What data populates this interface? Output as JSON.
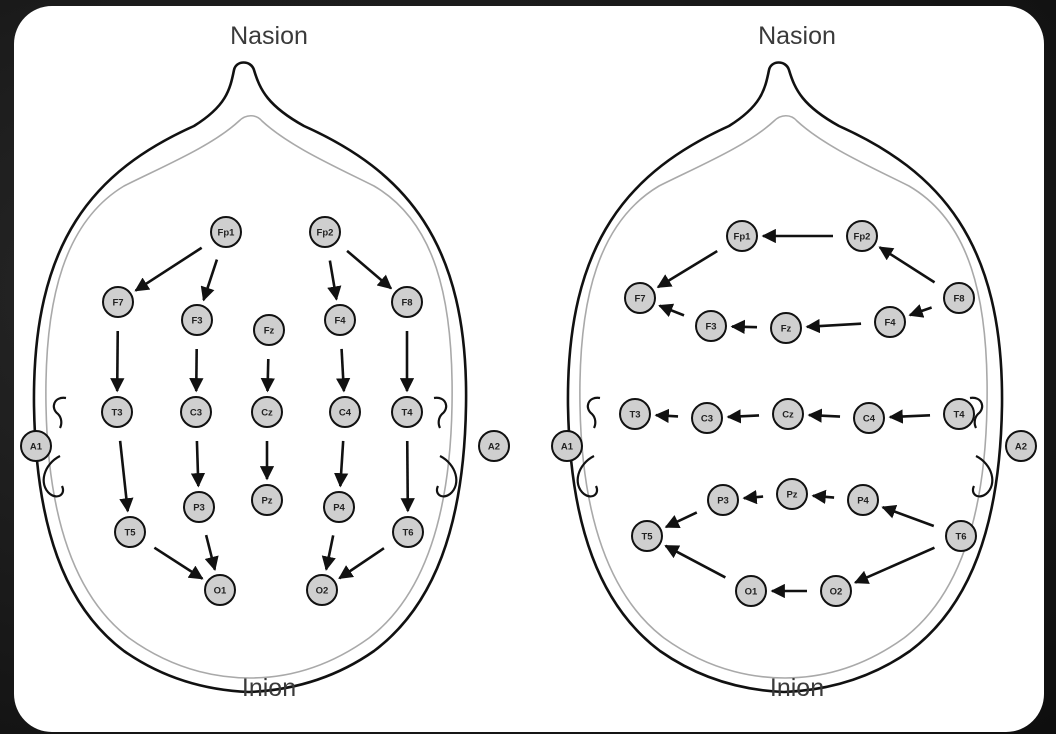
{
  "left_montage": {
    "top_label": "Nasion",
    "bottom_label": "Inion",
    "electrodes": [
      {
        "id": "Fp1"
      },
      {
        "id": "Fp2"
      },
      {
        "id": "F7"
      },
      {
        "id": "F3"
      },
      {
        "id": "Fz"
      },
      {
        "id": "F4"
      },
      {
        "id": "F8"
      },
      {
        "id": "A1"
      },
      {
        "id": "T3"
      },
      {
        "id": "C3"
      },
      {
        "id": "Cz"
      },
      {
        "id": "C4"
      },
      {
        "id": "T4"
      },
      {
        "id": "A2"
      },
      {
        "id": "T5"
      },
      {
        "id": "P3"
      },
      {
        "id": "Pz"
      },
      {
        "id": "P4"
      },
      {
        "id": "T6"
      },
      {
        "id": "O1"
      },
      {
        "id": "O2"
      }
    ],
    "arrows": [
      [
        "Fp1",
        "F7"
      ],
      [
        "Fp1",
        "F3"
      ],
      [
        "Fp2",
        "F4"
      ],
      [
        "Fp2",
        "F8"
      ],
      [
        "F7",
        "T3"
      ],
      [
        "T3",
        "T5"
      ],
      [
        "T5",
        "O1"
      ],
      [
        "F3",
        "C3"
      ],
      [
        "C3",
        "P3"
      ],
      [
        "P3",
        "O1"
      ],
      [
        "Fz",
        "Cz"
      ],
      [
        "Cz",
        "Pz"
      ],
      [
        "F4",
        "C4"
      ],
      [
        "C4",
        "P4"
      ],
      [
        "P4",
        "O2"
      ],
      [
        "F8",
        "T4"
      ],
      [
        "T4",
        "T6"
      ],
      [
        "T6",
        "O2"
      ]
    ]
  },
  "right_montage": {
    "top_label": "Nasion",
    "bottom_label": "Inion",
    "electrodes": [
      {
        "id": "Fp1"
      },
      {
        "id": "Fp2"
      },
      {
        "id": "F7"
      },
      {
        "id": "F3"
      },
      {
        "id": "Fz"
      },
      {
        "id": "F4"
      },
      {
        "id": "F8"
      },
      {
        "id": "A1"
      },
      {
        "id": "T3"
      },
      {
        "id": "C3"
      },
      {
        "id": "Cz"
      },
      {
        "id": "C4"
      },
      {
        "id": "T4"
      },
      {
        "id": "A2"
      },
      {
        "id": "T5"
      },
      {
        "id": "P3"
      },
      {
        "id": "Pz"
      },
      {
        "id": "P4"
      },
      {
        "id": "T6"
      },
      {
        "id": "O1"
      },
      {
        "id": "O2"
      }
    ],
    "arrows": [
      [
        "Fp2",
        "Fp1"
      ],
      [
        "Fp1",
        "F7"
      ],
      [
        "F8",
        "Fp2"
      ],
      [
        "F8",
        "F4"
      ],
      [
        "F4",
        "Fz"
      ],
      [
        "Fz",
        "F3"
      ],
      [
        "F3",
        "F7"
      ],
      [
        "T4",
        "C4"
      ],
      [
        "C4",
        "Cz"
      ],
      [
        "Cz",
        "C3"
      ],
      [
        "C3",
        "T3"
      ],
      [
        "T6",
        "P4"
      ],
      [
        "P4",
        "Pz"
      ],
      [
        "Pz",
        "P3"
      ],
      [
        "P3",
        "T5"
      ],
      [
        "T6",
        "O2"
      ],
      [
        "O2",
        "O1"
      ],
      [
        "O1",
        "T5"
      ]
    ]
  }
}
